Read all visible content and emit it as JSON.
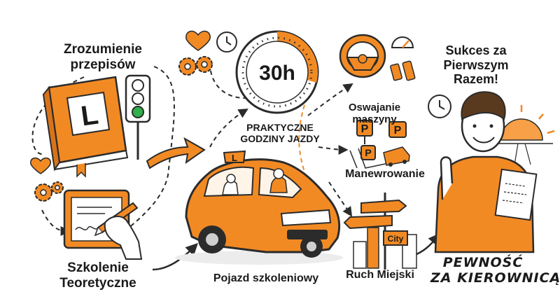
{
  "labels": {
    "rules": [
      "Zrozumienie",
      "przepisów"
    ],
    "theory": [
      "Szkolenie",
      "Teoretyczne"
    ],
    "practice": [
      "PRAKTYCZNE",
      "GODZINY JAZDY"
    ],
    "getting_used": [
      "Oswajanie",
      "maszyny"
    ],
    "maneuvering": "Manewrowanie",
    "vehicle": "Pojazd szkoleniowy",
    "city_traffic": "Ruch Miejski",
    "success": [
      "Sukces za",
      "Pierwszym",
      "Razem!"
    ],
    "confidence": [
      "PEWNOŚĆ",
      "ZA KIEROWNICĄ"
    ]
  },
  "signs": {
    "book_badge": "L",
    "car_roof_badge": "L",
    "clock_hours": "30h",
    "parking_letter": "P",
    "city_sign": "City"
  },
  "colors": {
    "accent": "#f28a24",
    "outline": "#2b2b2b",
    "green_light": "#2fb04a",
    "sun": "#f7a047"
  },
  "icons": [
    "heart-icon",
    "gear-icon",
    "clock-icon",
    "traffic-light-icon",
    "steering-wheel-icon",
    "speedometer-icon",
    "pedals-icon",
    "parking-sign-icon",
    "direction-sign-icon",
    "sun-icon",
    "pencil-icon",
    "hand-icon"
  ]
}
